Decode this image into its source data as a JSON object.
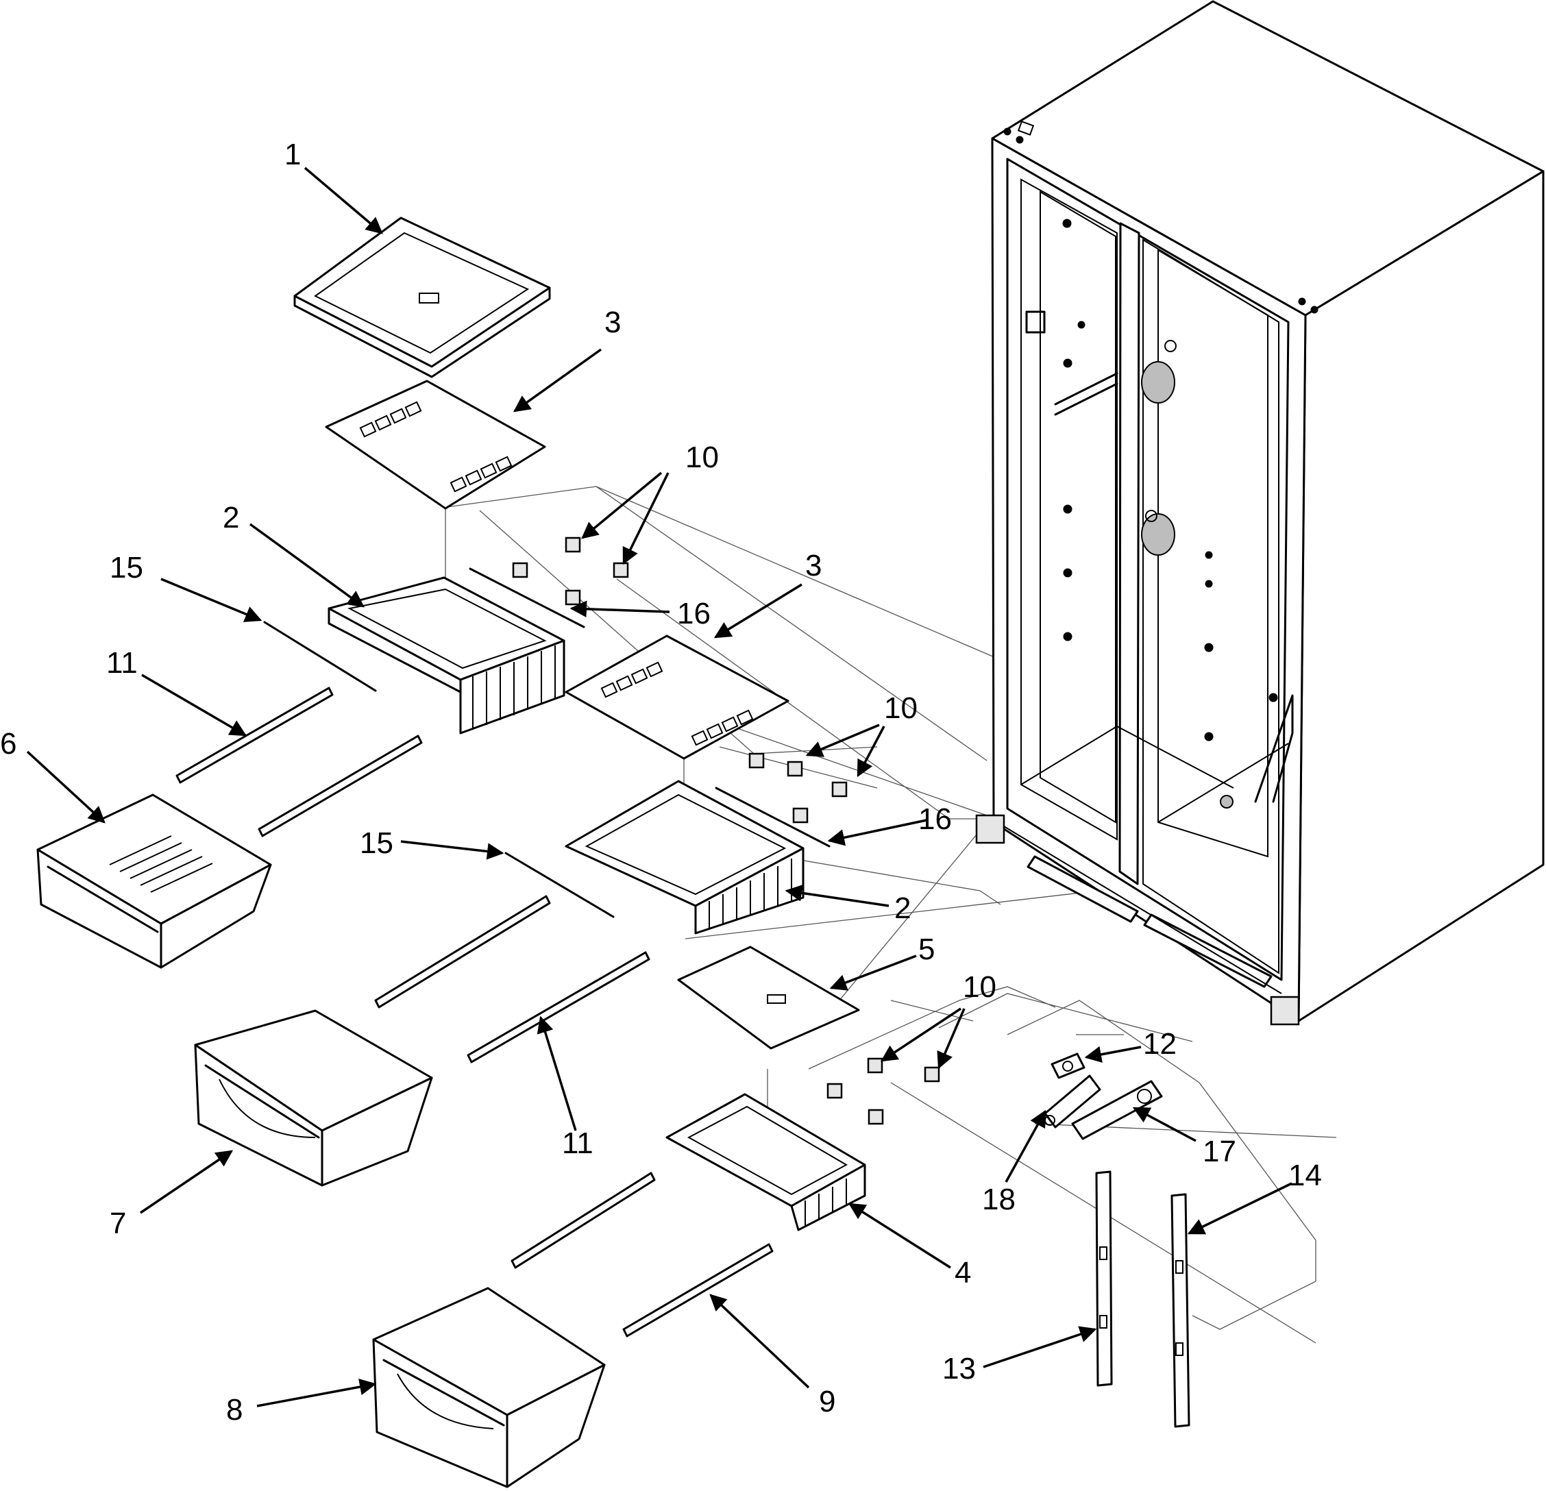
{
  "diagram": {
    "callouts": [
      {
        "id": "c1",
        "label": "1"
      },
      {
        "id": "c3a",
        "label": "3"
      },
      {
        "id": "c10a",
        "label": "10"
      },
      {
        "id": "c2a",
        "label": "2"
      },
      {
        "id": "c15a",
        "label": "15"
      },
      {
        "id": "c16a",
        "label": "16"
      },
      {
        "id": "c3b",
        "label": "3"
      },
      {
        "id": "c11a",
        "label": "11"
      },
      {
        "id": "c6",
        "label": "6"
      },
      {
        "id": "c10b",
        "label": "10"
      },
      {
        "id": "c16b",
        "label": "16"
      },
      {
        "id": "c15b",
        "label": "15"
      },
      {
        "id": "c2b",
        "label": "2"
      },
      {
        "id": "c5",
        "label": "5"
      },
      {
        "id": "c10c",
        "label": "10"
      },
      {
        "id": "c12",
        "label": "12"
      },
      {
        "id": "c11b",
        "label": "11"
      },
      {
        "id": "c17",
        "label": "17"
      },
      {
        "id": "c7",
        "label": "7"
      },
      {
        "id": "c18",
        "label": "18"
      },
      {
        "id": "c14",
        "label": "14"
      },
      {
        "id": "c4",
        "label": "4"
      },
      {
        "id": "c13",
        "label": "13"
      },
      {
        "id": "c8",
        "label": "8"
      },
      {
        "id": "c9",
        "label": "9"
      }
    ]
  }
}
